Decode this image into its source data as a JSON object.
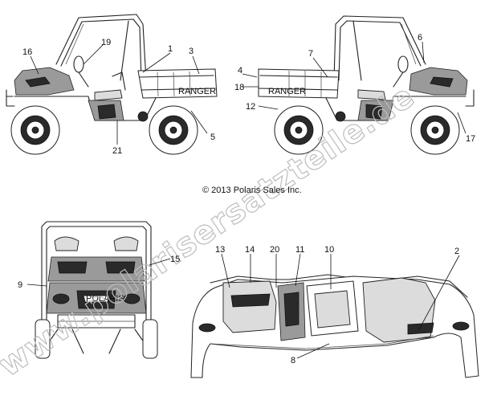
{
  "copyright": "© 2013 Polaris Sales Inc.",
  "watermark": "www.polarisersatzteile.de",
  "decal_texts": {
    "ranger_left": "RANGER",
    "ranger_right": "RANGER",
    "polaris_front": "POLARIS"
  },
  "callouts": {
    "c1": "1",
    "c2": "2",
    "c3": "3",
    "c4": "4",
    "c5": "5",
    "c6": "6",
    "c7": "7",
    "c8": "8",
    "c9": "9",
    "c10": "10",
    "c11": "11",
    "c12": "12",
    "c13": "13",
    "c14": "14",
    "c15": "15",
    "c16": "16",
    "c17": "17",
    "c18": "18",
    "c19": "19",
    "c20": "20",
    "c21": "21"
  },
  "colors": {
    "line": "#222222",
    "watermark": "#bdbdbd",
    "background": "#ffffff"
  }
}
